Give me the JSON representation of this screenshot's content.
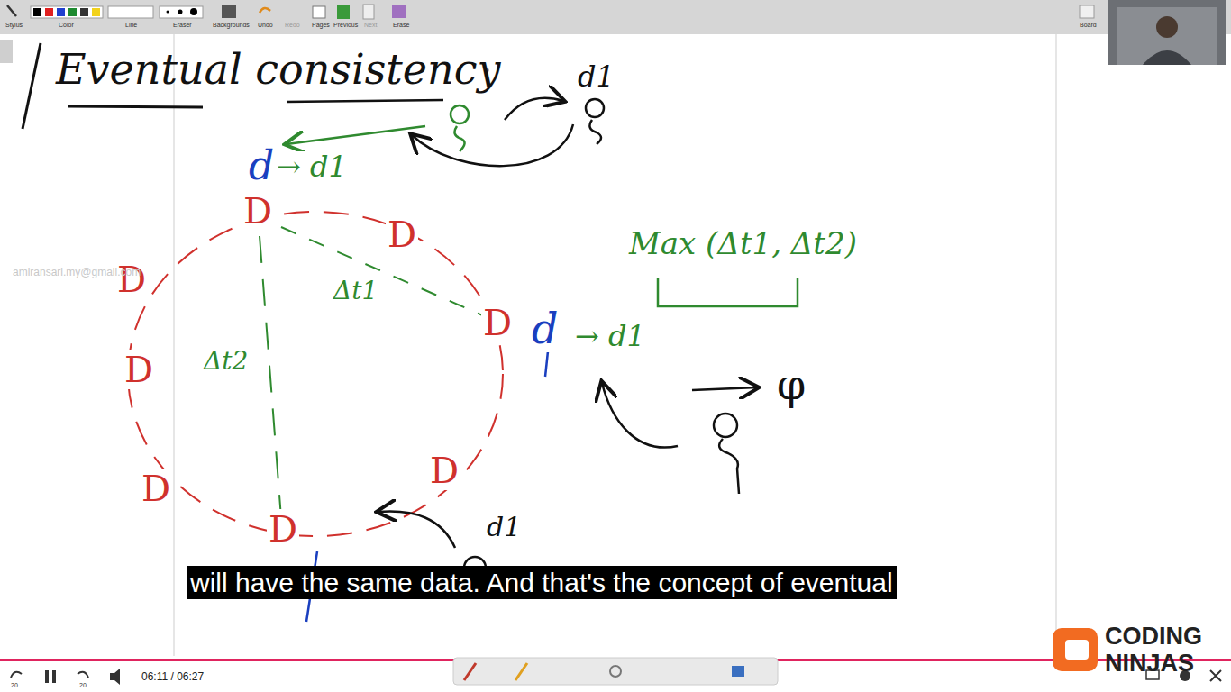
{
  "diagram": {
    "title": "Eventual consistency",
    "labels": [
      "d1",
      "d",
      "→ d1",
      "D",
      "D",
      "D",
      "D",
      "D",
      "D",
      "D",
      "D",
      "Δt1",
      "Δt2",
      "Max (Δt1, Δt2)",
      "d",
      "→ d1",
      "φ",
      "d1",
      "amiransari.my@gmail.com",
      "will have the same data. And that's the concept of eventual",
      "06:11 / 06:27",
      "CODING",
      "NINJAS",
      "Stylus",
      "Color",
      "Line",
      "Eraser",
      "Backgrounds",
      "Undo",
      "Redo",
      "Pages",
      "Previous",
      "Next",
      "Erase",
      "Board",
      "20",
      "20"
    ]
  }
}
